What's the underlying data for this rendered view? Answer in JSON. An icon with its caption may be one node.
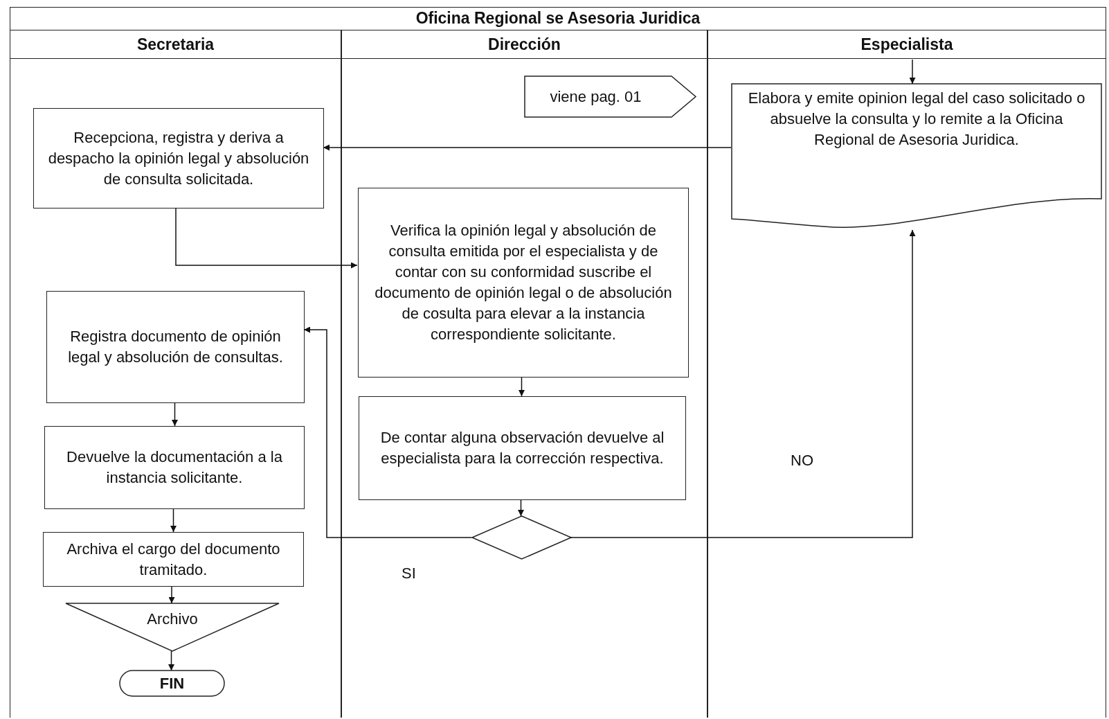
{
  "diagram": {
    "title": "Oficina Regional se Asesoria Juridica",
    "nodes": [
      {
        "text": [
          "Secretaria"
        ]
      },
      {
        "text": [
          "Dirección"
        ]
      },
      {
        "text": [
          "Especialista"
        ]
      },
      {
        "text": [
          "viene pag. 01"
        ],
        "in": 1
      },
      {
        "text": [
          "Elabora y emite opinion legal del caso solicitado o absuelve la consulta y lo remite a la Oficina Regional de Asesoria Juridica."
        ],
        "in": 2
      },
      {
        "text": [
          "Recepciona, registra y deriva a despacho la opinión legal y absolución de consulta solicitada."
        ],
        "in": 0
      },
      {
        "text": [
          "Verifica la opinión legal y absolución de consulta emitida por el especialista y de contar con su conformidad suscribe el documento de opinión legal o de absolución de cosulta para elevar a la instancia correspondiente solicitante."
        ],
        "in": 1
      },
      {
        "text": [
          "Registra documento de opinión legal y absolución de consultas."
        ],
        "in": 0
      },
      {
        "text": [
          "De contar alguna observación devuelve al especialista para la corrección respectiva."
        ],
        "in": 1
      },
      {
        "text": [
          "Devuelve la documentación a la instancia solicitante."
        ],
        "in": 0
      },
      {
        "text": [],
        "shape": "diamond",
        "in": 1
      },
      {
        "text": [
          "Archiva el cargo del documento tramitado."
        ],
        "in": 0
      },
      {
        "text": [
          "Archivo"
        ],
        "in": 0
      },
      {
        "text": [
          "FIN"
        ],
        "in": 0
      }
    ],
    "edges": [
      {
        "from": null,
        "to": 4,
        "arrow": "to"
      },
      {
        "from": 4,
        "to": 5,
        "arrow": "to"
      },
      {
        "from": 5,
        "to": 6,
        "arrow": "to"
      },
      {
        "from": 6,
        "to": 8,
        "arrow": "to"
      },
      {
        "from": 8,
        "to": 10,
        "arrow": "to"
      },
      {
        "from": 10,
        "to": 7,
        "arrow": "to"
      },
      {
        "from": 10,
        "to": 4,
        "arrow": "to"
      },
      {
        "from": 7,
        "to": 9,
        "arrow": "to"
      },
      {
        "from": 9,
        "to": 11,
        "arrow": "to"
      },
      {
        "from": 11,
        "to": 12,
        "arrow": "to"
      },
      {
        "from": 12,
        "to": 13,
        "arrow": "to"
      }
    ],
    "labels": [
      "NO",
      "SI"
    ]
  }
}
